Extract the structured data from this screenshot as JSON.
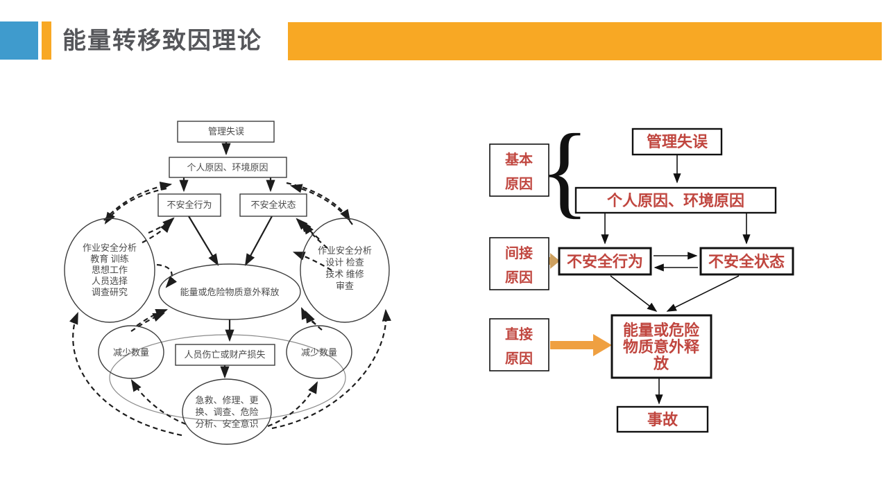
{
  "header": {
    "title": "能量转移致因理论"
  },
  "left": {
    "management": "管理失误",
    "personal_env": "个人原因、环境原因",
    "unsafe_act": "不安全行为",
    "unsafe_state": "不安全状态",
    "circle_left": [
      "作业安全分析",
      "教育 训练",
      "思想工作",
      "人员选择",
      "调查研究"
    ],
    "circle_right": [
      "作业安全分析",
      "设计 检查",
      "技术 维修",
      "审查"
    ],
    "energy_release": "能量或危险物质意外释放",
    "reduce_left": "减少数量",
    "reduce_right": "减少数量",
    "loss": "人员伤亡或财产损失",
    "bottom_ellipse": [
      "急救、修理、更",
      "换、调查、危险",
      "分析、安全意识"
    ]
  },
  "right": {
    "basic": [
      "基本",
      "原因"
    ],
    "indirect": [
      "间接",
      "原因"
    ],
    "direct": [
      "直接",
      "原因"
    ],
    "brace": "{",
    "management": "管理失误",
    "personal_env": "个人原因、环境原因",
    "unsafe_act": "不安全行为",
    "unsafe_state": "不安全状态",
    "energy": [
      "能量或危险",
      "物质意外释",
      "放"
    ],
    "accident": "事故"
  },
  "colors": {
    "header_blue": "#3f9bcd",
    "header_orange": "#f8a824",
    "red_text": "#c0463f",
    "tan_arrow": "#cda05f",
    "orange_arrow": "#efa041",
    "diagram_ink": "#3c3c3c",
    "diagram_text": "#4a4a4a"
  }
}
